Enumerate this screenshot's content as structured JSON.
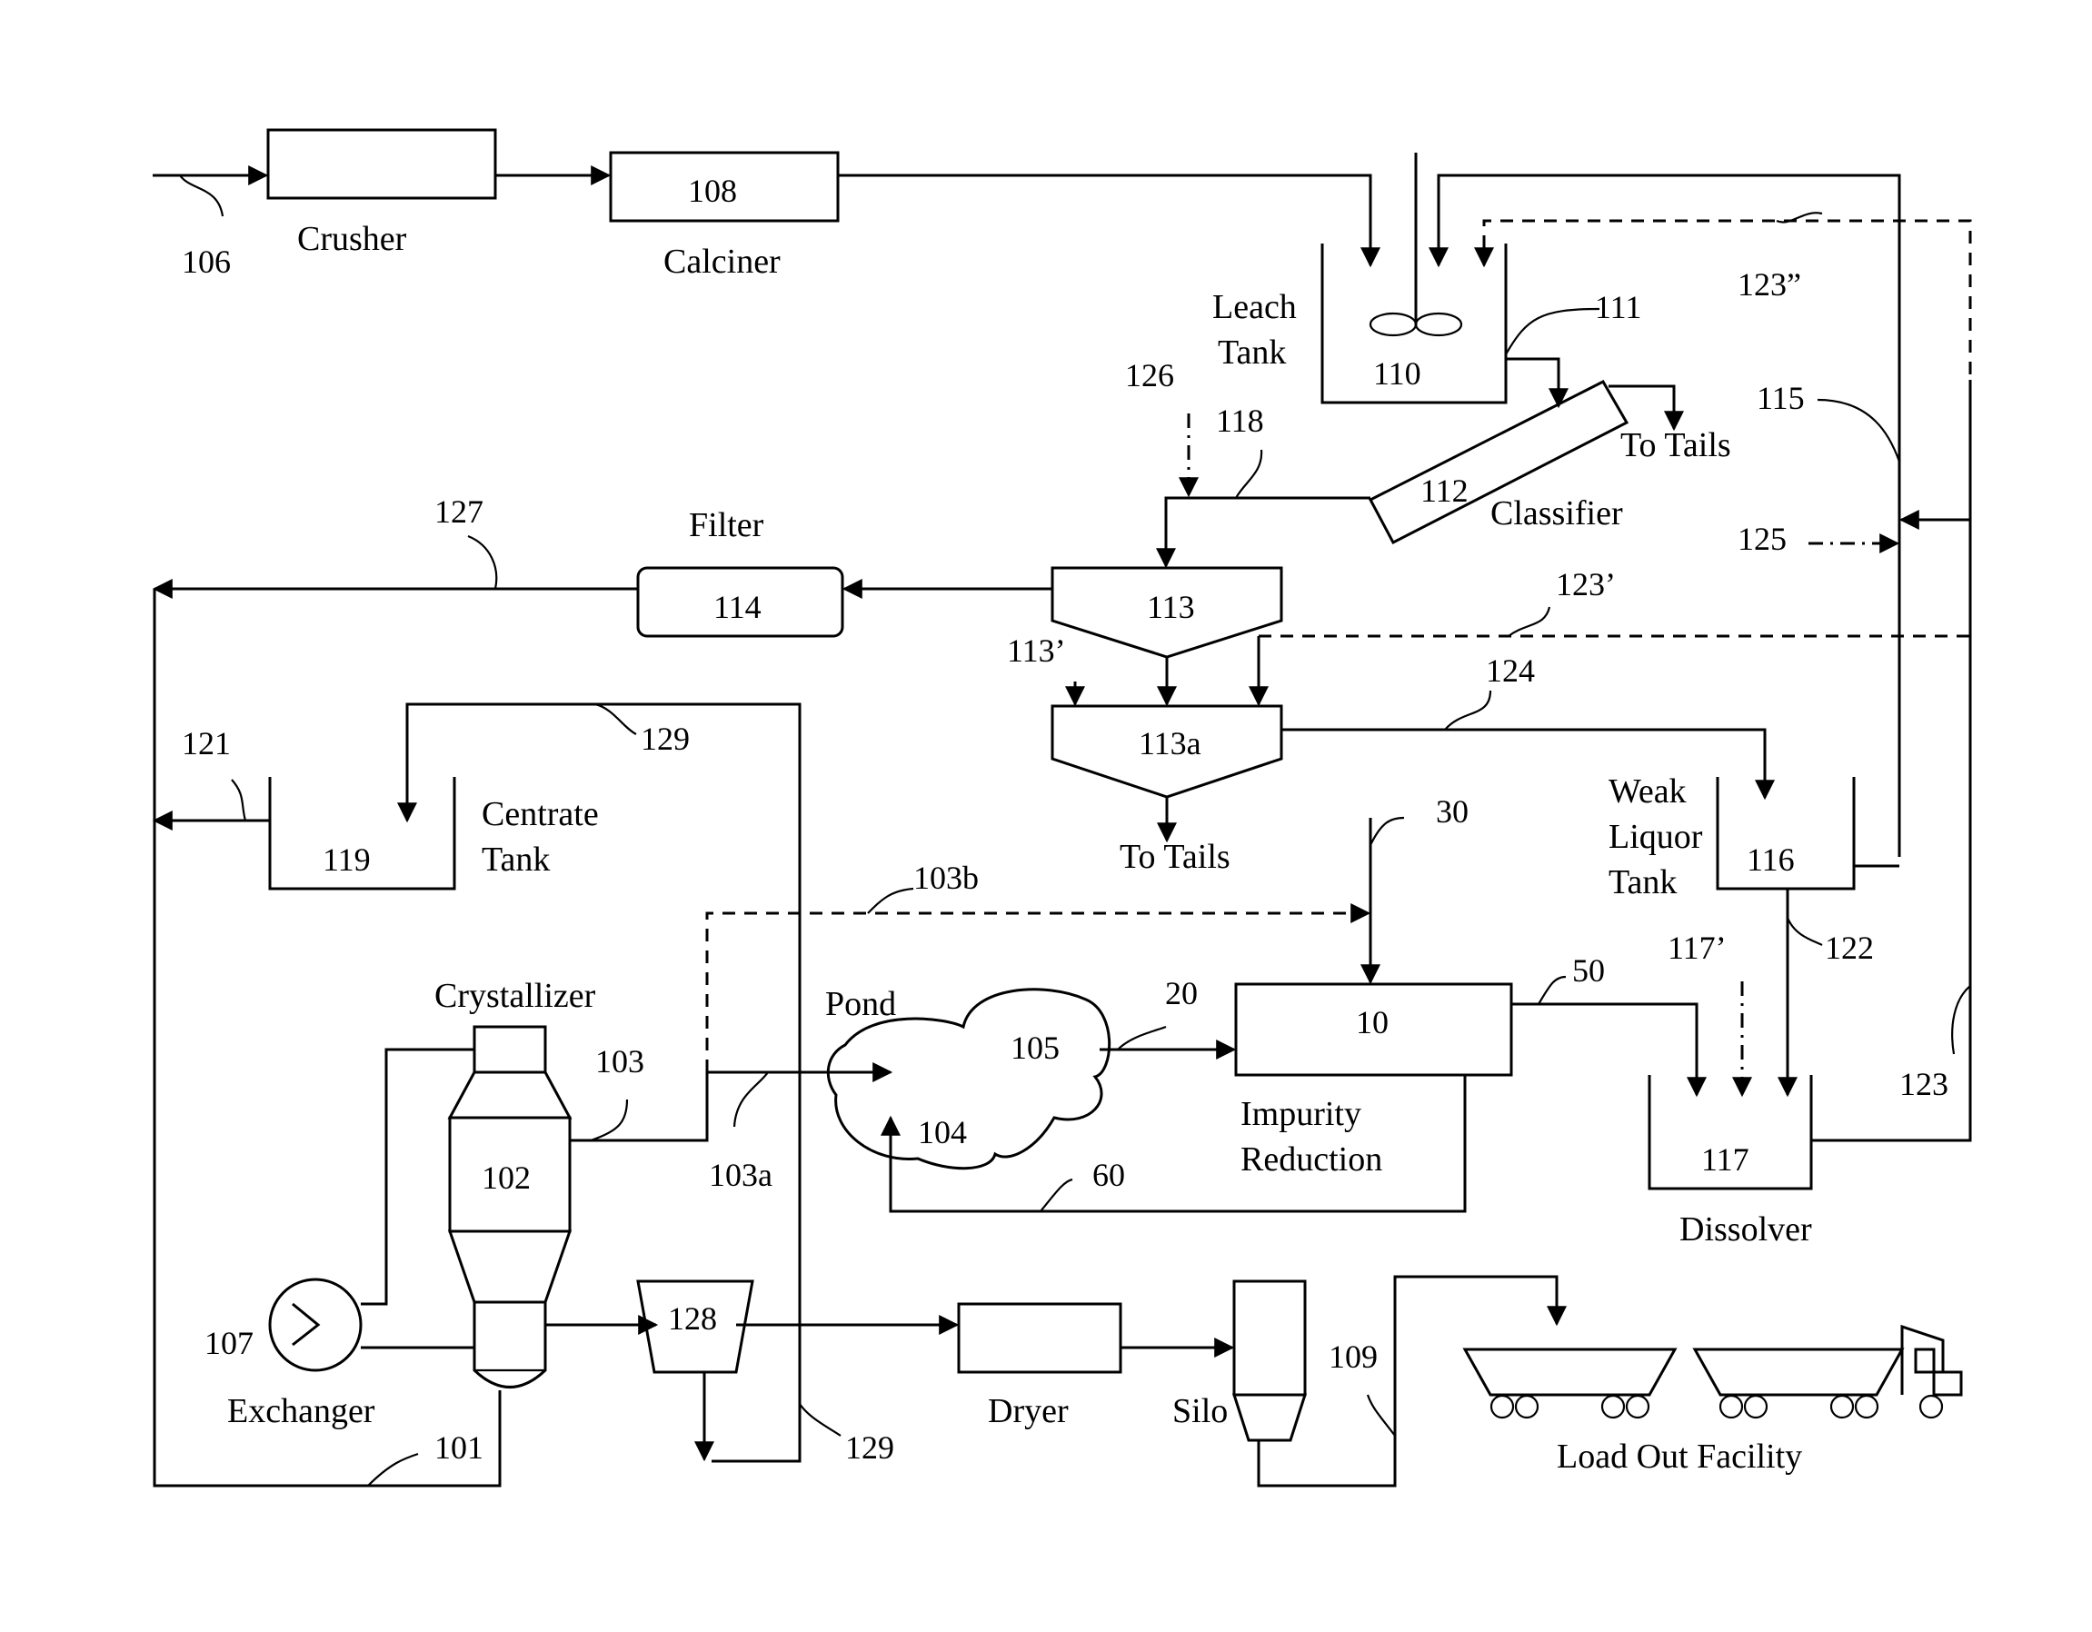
{
  "labels": {
    "crusher": "Crusher",
    "calciner": "Calciner",
    "leach_tank": [
      "Leach",
      "Tank"
    ],
    "classifier": "Classifier",
    "to_tails_1": "To Tails",
    "to_tails_2": "To Tails",
    "filter": "Filter",
    "centrate_tank": [
      "Centrate",
      "Tank"
    ],
    "weak_liquor_tank": [
      "Weak",
      "Liquor",
      "Tank"
    ],
    "crystallizer": "Crystallizer",
    "pond": "Pond",
    "impurity_reduction": [
      "Impurity",
      "Reduction"
    ],
    "dissolver": "Dissolver",
    "exchanger": "Exchanger",
    "dryer": "Dryer",
    "silo": "Silo",
    "load_out_facility": "Load Out Facility"
  },
  "refs": {
    "r106": "106",
    "r108": "108",
    "r110": "110",
    "r111": "111",
    "r112": "112",
    "r113": "113",
    "r113a": "113a",
    "r113p": "113’",
    "r114": "114",
    "r115": "115",
    "r116": "116",
    "r117": "117",
    "r117p": "117’",
    "r118": "118",
    "r119": "119",
    "r121": "121",
    "r122": "122",
    "r123": "123",
    "r123p": "123’",
    "r123pp": "123”",
    "r124": "124",
    "r125": "125",
    "r126": "126",
    "r127": "127",
    "r129a": "129",
    "r129b": "129",
    "r101": "101",
    "r102": "102",
    "r103": "103",
    "r103a": "103a",
    "r103b": "103b",
    "r104": "104",
    "r105": "105",
    "r107": "107",
    "r109": "109",
    "r128": "128",
    "r10": "10",
    "r20": "20",
    "r30": "30",
    "r50": "50",
    "r60": "60"
  }
}
